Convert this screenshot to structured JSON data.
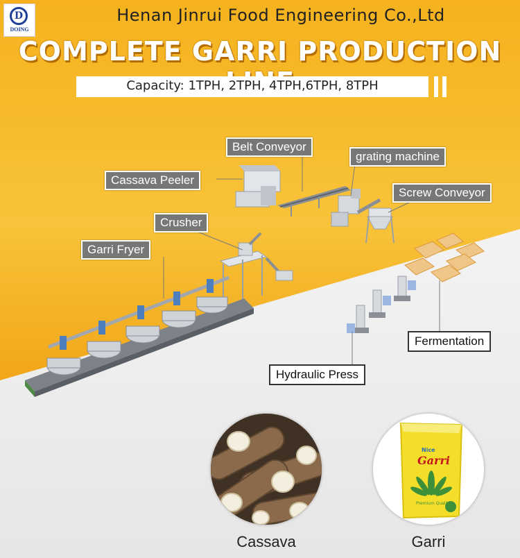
{
  "header": {
    "logo_text": "DOING",
    "company": "Henan Jinrui Food Engineering Co.,Ltd",
    "headline": "COMPLETE GARRI PRODUCTION LINE",
    "capacity": "Capacity: 1TPH, 2TPH, 4TPH,6TPH, 8TPH"
  },
  "machines": {
    "belt_conveyor": "Belt Conveyor",
    "grating_machine": "grating machine",
    "cassava_peeler": "Cassava Peeler",
    "screw_conveyor": "Screw Conveyor",
    "crusher": "Crusher",
    "garri_fryer": "Garri Fryer",
    "fermentation": "Fermentation",
    "hydraulic_press": "Hydraulic Press"
  },
  "products": {
    "cassava": "Cassava",
    "garri": "Garri",
    "bag_brand": "Garri",
    "bag_tag": "Nice",
    "bag_quality": "Premium Quality"
  },
  "colors": {
    "bg_orange": "#f5b21e",
    "label_gray": "#777777",
    "machine_steel": "#c8ccd2",
    "bag_yellow": "#f4de2a"
  }
}
